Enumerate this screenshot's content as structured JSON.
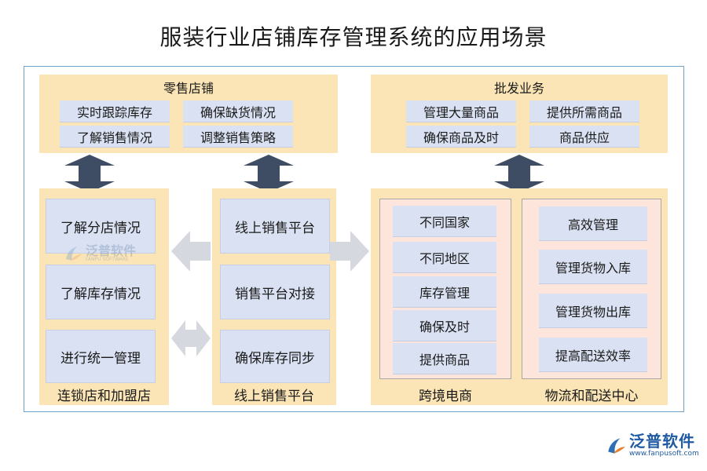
{
  "title": "服装行业店铺库存管理系统的应用场景",
  "retail": {
    "title": "零售店铺",
    "items": [
      "实时跟踪库存",
      "确保缺货情况",
      "了解销售情况",
      "调整销售策略"
    ]
  },
  "wholesale": {
    "title": "批发业务",
    "items": [
      "管理大量商品",
      "提供所需商品",
      "确保商品及时",
      "商品供应"
    ]
  },
  "chain": {
    "footer": "连锁店和加盟店",
    "items": [
      "了解分店情况",
      "了解库存情况",
      "进行统一管理"
    ]
  },
  "online": {
    "footer": "线上销售平台",
    "items": [
      "线上销售平台",
      "销售平台对接",
      "确保库存同步"
    ]
  },
  "crossborder": {
    "footer": "跨境电商",
    "items": [
      "不同国家",
      "不同地区",
      "库存管理",
      "确保及时",
      "提供商品"
    ]
  },
  "logistics": {
    "footer": "物流和配送中心",
    "items": [
      "高效管理",
      "管理货物入库",
      "管理货物出库",
      "提高配送效率"
    ]
  },
  "watermark": {
    "brand": "泛普软件",
    "brand_en": "FANPU SOFTWARE",
    "url": "www.fanpusoft.com"
  },
  "colors": {
    "panel": "#fbe5b6",
    "box": "#d9e1f2",
    "inner": "#fde5db",
    "arrow_dark": "#3e4d63",
    "arrow_light": "#d5d8de",
    "frame": "#6fa4c8"
  }
}
